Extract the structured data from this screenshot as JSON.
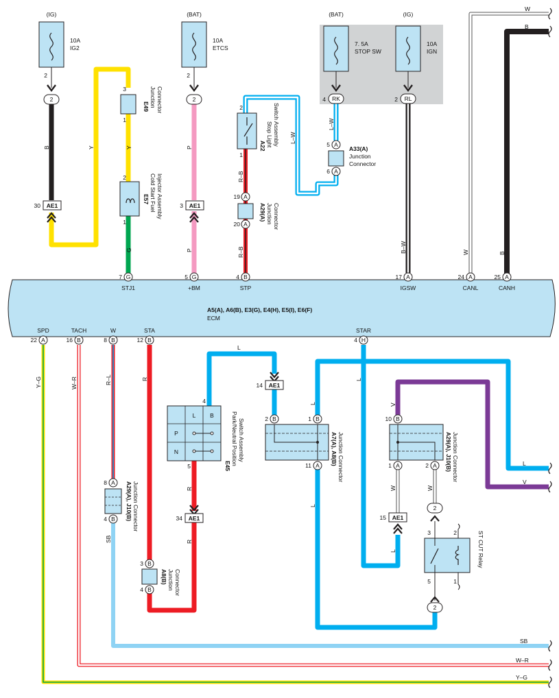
{
  "ecm": {
    "connectors": "A5(A), A6(B), E3(G), E4(H), E5(I), E6(F)",
    "name": "ECM",
    "top_pins": [
      {
        "num": "7",
        "conn": "G",
        "name": "STJ1"
      },
      {
        "num": "5",
        "conn": "G",
        "name": "+BM"
      },
      {
        "num": "4",
        "conn": "B",
        "name": "STP"
      },
      {
        "num": "17",
        "conn": "A",
        "name": "IGSW"
      },
      {
        "num": "24",
        "conn": "A",
        "name": "CANL"
      },
      {
        "num": "25",
        "conn": "A",
        "name": "CANH"
      }
    ],
    "bottom_pins": [
      {
        "num": "22",
        "conn": "A",
        "name": "SPD"
      },
      {
        "num": "16",
        "conn": "B",
        "name": "TACH"
      },
      {
        "num": "8",
        "conn": "B",
        "name": "W"
      },
      {
        "num": "12",
        "conn": "B",
        "name": "STA"
      },
      {
        "num": "4",
        "conn": "H",
        "name": "STAR"
      }
    ]
  },
  "fuses": [
    {
      "source": "(IG)",
      "rating": "10A",
      "name": "IG2",
      "pin": "2"
    },
    {
      "source": "(BAT)",
      "rating": "10A",
      "name": "ETCS",
      "pin": "2"
    },
    {
      "source": "(BAT)",
      "rating": "7. 5A",
      "name": "STOP SW",
      "pin": "4",
      "conn": "RK"
    },
    {
      "source": "(IG)",
      "rating": "10A",
      "name": "IGN",
      "pin": "2",
      "conn": "RL"
    }
  ],
  "components": {
    "e49": {
      "id": "E49",
      "label1": "Junction",
      "label2": "Connector",
      "pin_top": "3",
      "pin_bottom": "1"
    },
    "e57": {
      "id": "E57",
      "label1": "Cold Start Fuel",
      "label2": "Injector Assembly",
      "pin_top": "2",
      "pin_bottom": "1"
    },
    "a22": {
      "id": "A22",
      "label1": "Stop Light",
      "label2": "Switch Assembly",
      "pin_top": "2",
      "pin_bottom": "1"
    },
    "a29_top": {
      "id": "A29(A)",
      "label1": "Junction",
      "label2": "Connector",
      "pin_top": "19",
      "pin_bottom": "20",
      "conn": "A"
    },
    "a33": {
      "id": "A33(A)",
      "label1": "Junction",
      "label2": "Connector",
      "pin_top": "5",
      "pin_bottom": "6",
      "conn": "A"
    },
    "e45": {
      "id": "E45",
      "label1": "Park/Neutral Position",
      "label2": "Switch Assembly",
      "col_l": "L",
      "col_b": "B",
      "row_p": "P",
      "row_n": "N",
      "pin_top": "4",
      "pin_bottom": "5"
    },
    "a29_left": {
      "id": "A29(A), J10(B)",
      "label1": "Junction Connector",
      "pin_top": "8",
      "conn_top": "A",
      "pin_bottom": "4",
      "conn_bottom": "B"
    },
    "a8": {
      "id": "A8(B)",
      "label1": "Junction",
      "label2": "Connector",
      "pin_top": "3",
      "pin_bottom": "4",
      "conn": "B"
    },
    "a7": {
      "id": "A7(A), A8(B)",
      "label1": "Junction Connector",
      "pin_tl": "2",
      "conn_tl": "B",
      "pin_tr": "1",
      "conn_tr": "B",
      "pin_br": "11",
      "conn_br": "A"
    },
    "a29_right": {
      "id": "A29(A), J10(B)",
      "label1": "Junction Connector",
      "pin_t": "10",
      "conn_t": "B",
      "pin_bl": "1",
      "conn_bl": "A",
      "pin_br": "2",
      "conn_br": "A"
    },
    "relay": {
      "name": "ST CUT Relay",
      "pin3": "3",
      "pin2": "2",
      "pin5": "5",
      "pin1": "1",
      "conn_top": "2",
      "conn_bottom": "2"
    }
  },
  "inline_connectors": [
    {
      "pin": "30",
      "name": "AE1"
    },
    {
      "pin": "3",
      "name": "AE1"
    },
    {
      "pin": "14",
      "name": "AE1"
    },
    {
      "pin": "34",
      "name": "AE1"
    },
    {
      "pin": "15",
      "name": "AE1"
    }
  ],
  "wires": {
    "b": "B",
    "y": "Y",
    "g": "G",
    "p": "P",
    "rb": "R–B",
    "lw": "L–W",
    "bw": "B–W",
    "w": "W",
    "yg": "Y–G",
    "wr": "W–R",
    "rl": "R–L",
    "r": "R",
    "l": "L",
    "v": "V",
    "sb": "SB"
  },
  "colors": {
    "yellow": "#ffe100",
    "green": "#00a650",
    "pink": "#f49ac1",
    "red": "#ed1c24",
    "blue": "#00aeef",
    "skyblue": "#8fd3f4",
    "purple": "#7b3a96",
    "black": "#231f20",
    "component_fill": "#bde3f4",
    "relay_box": "#d1d3d4"
  }
}
